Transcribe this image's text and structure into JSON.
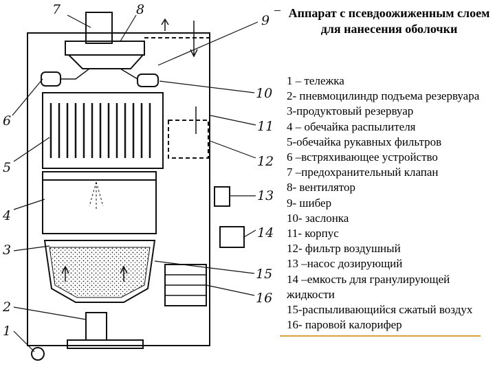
{
  "header": {
    "marker": "–",
    "title": "Аппарат с псевдоожиженным слоем для нанесения оболочки"
  },
  "callouts": [
    "7",
    "8",
    "9",
    "10",
    "11",
    "12",
    "13",
    "14",
    "15",
    "16",
    "6",
    "5",
    "4",
    "3",
    "2",
    "1"
  ],
  "legend": [
    "1 – тележка",
    "2- пневмоцилиндр подъема резервуара",
    "3-продуктовый резервуар",
    "4 – обечайка распылителя",
    "5-обечайка рукавных фильтров",
    "6 –встряхивающее устройство",
    "7 –предохранительный клапан",
    "8- вентилятор",
    "9- шибер",
    "10- заслонка",
    "11- корпус",
    "12- фильтр воздушный",
    "13 –насос дозирующий",
    "14 –емкость для гранулирующей жидкости",
    "15-распыливающийся сжатый воздух",
    "16- паровой калорифер"
  ],
  "colors": {
    "highlight_line": "#d9a23b",
    "ink": "#111111"
  }
}
